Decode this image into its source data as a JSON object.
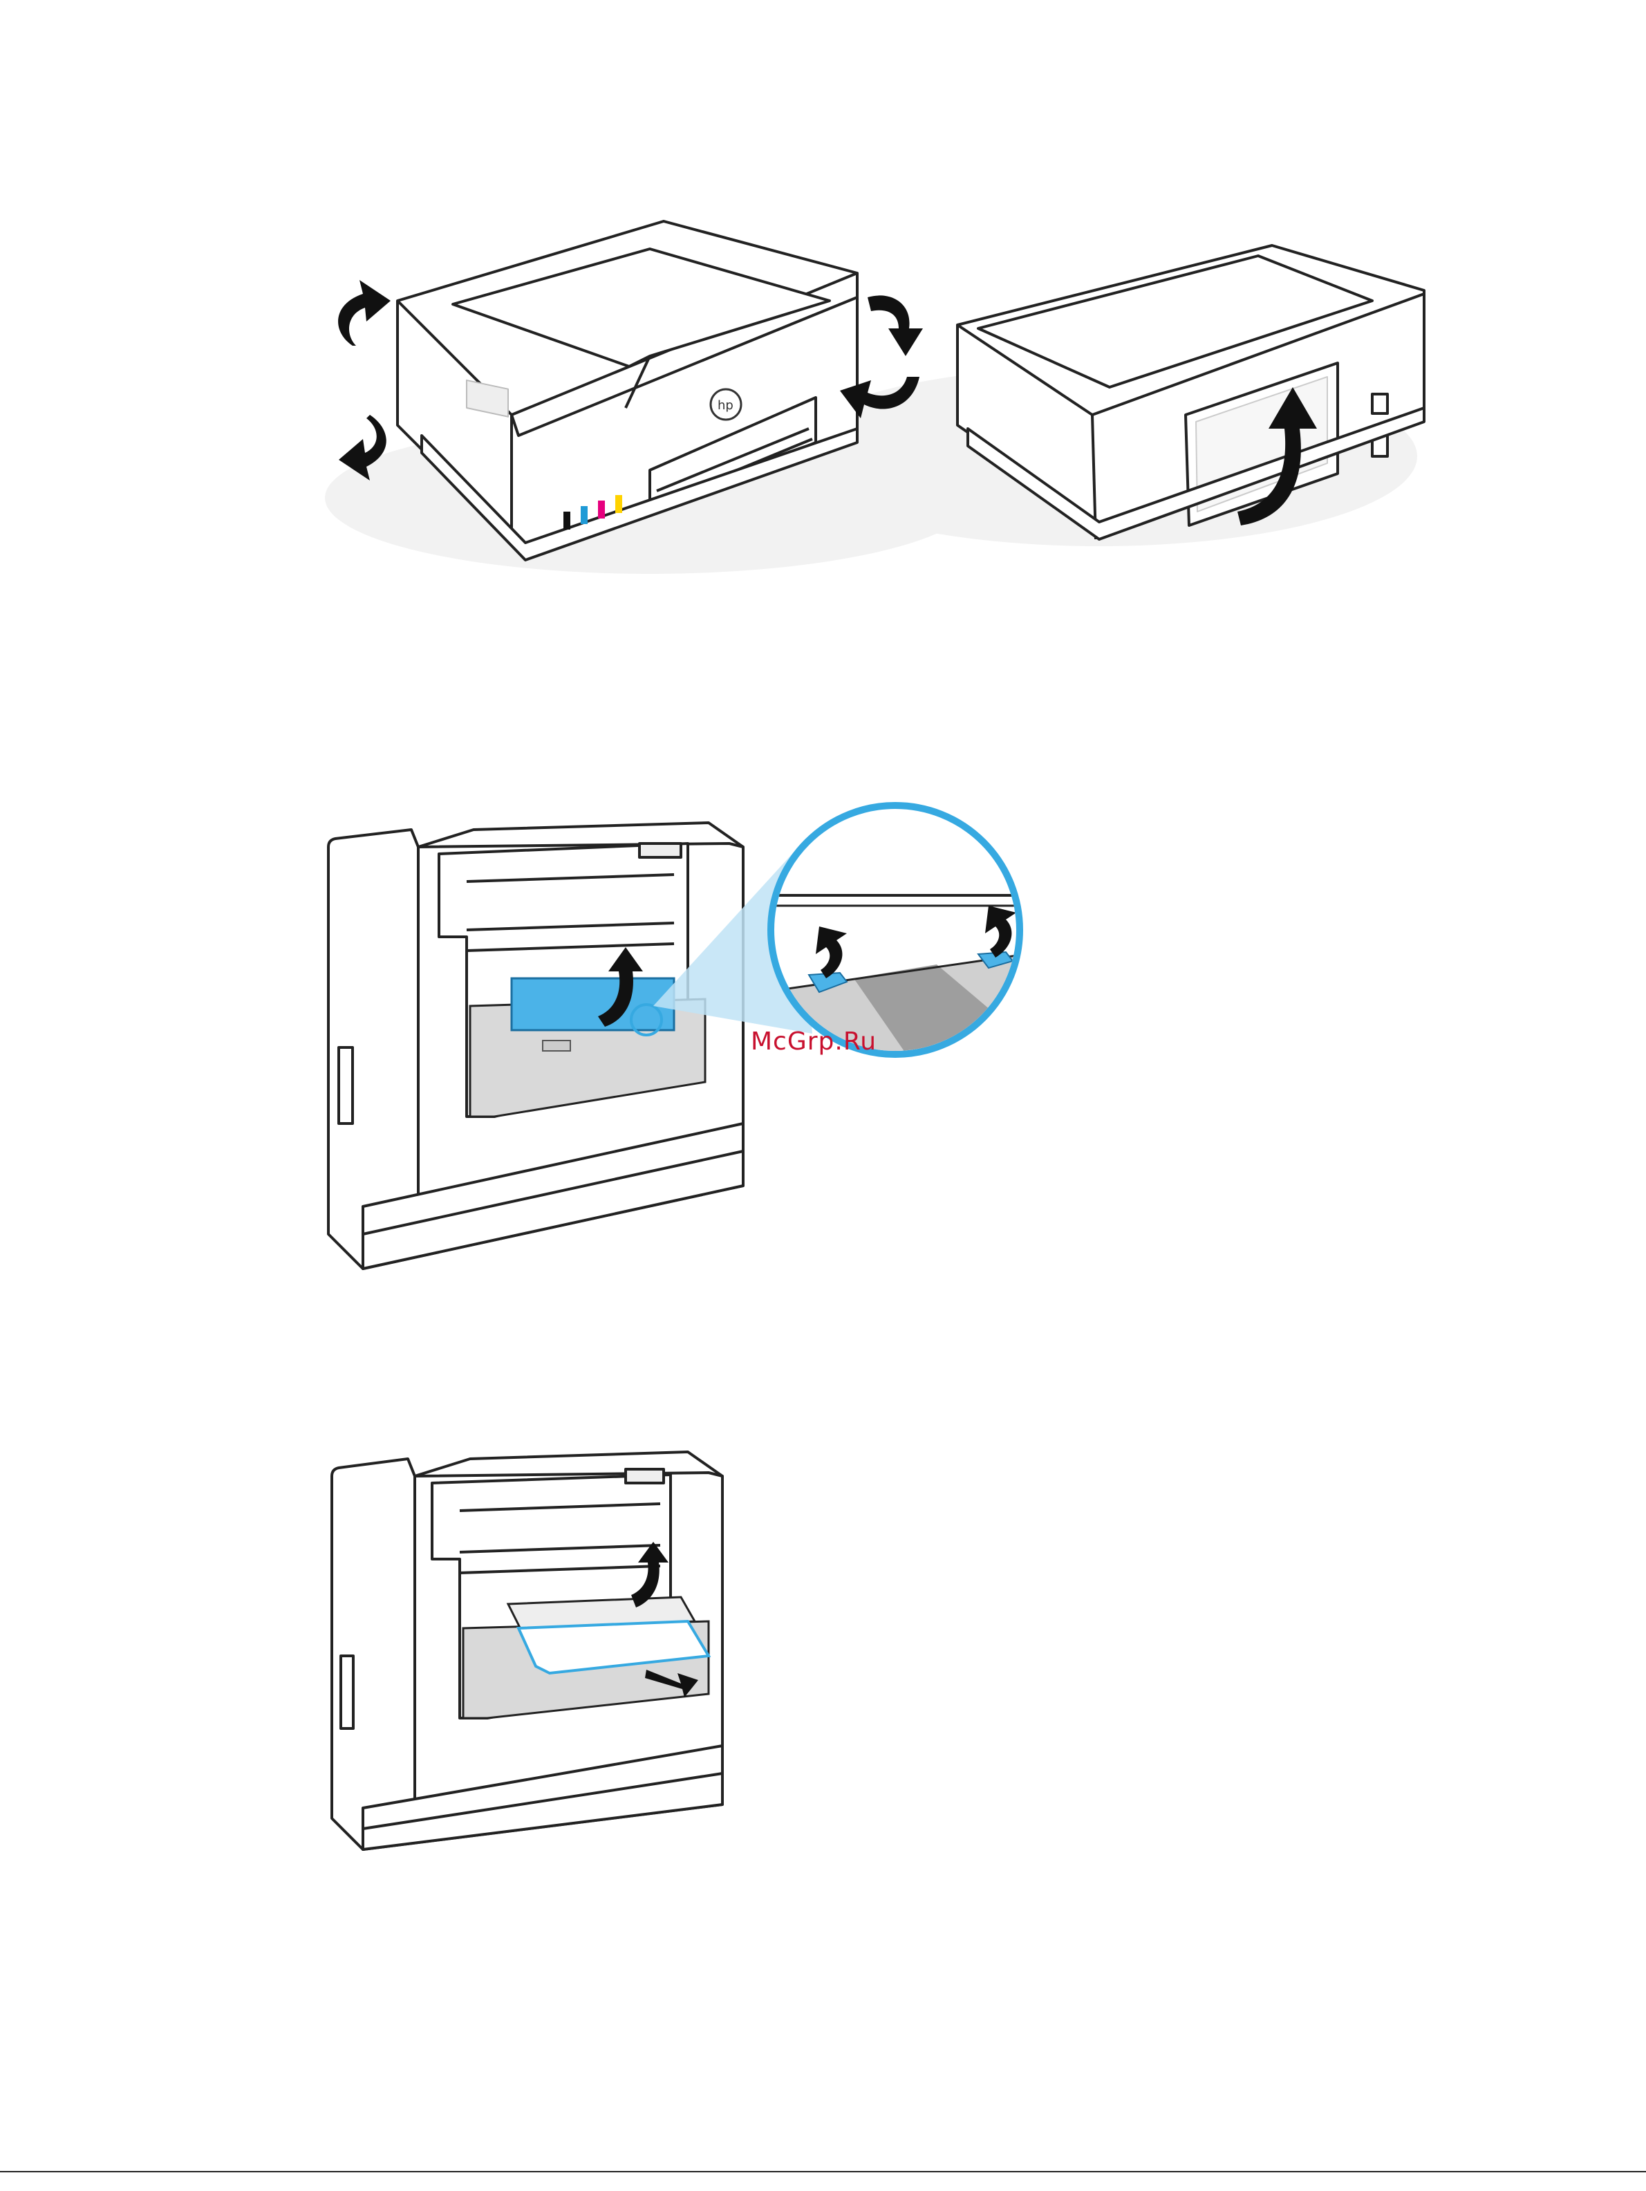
{
  "watermark": {
    "text": "McGrp.Ru",
    "color": "#c8102e"
  },
  "figures": [
    {
      "name": "printer-rotate-figure",
      "printer_logo": "hp"
    },
    {
      "name": "rear-door-release-figure",
      "accent": "#36a9e1"
    },
    {
      "name": "remove-jammed-paper-figure",
      "accent": "#36a9e1"
    }
  ],
  "ink_colors": [
    "#111111",
    "#1f9ad6",
    "#e6007e",
    "#ffd200"
  ],
  "icons": [
    "rotate-arrow-icon",
    "lift-arrow-icon",
    "pull-arrow-icon",
    "magnifier-callout-icon"
  ]
}
